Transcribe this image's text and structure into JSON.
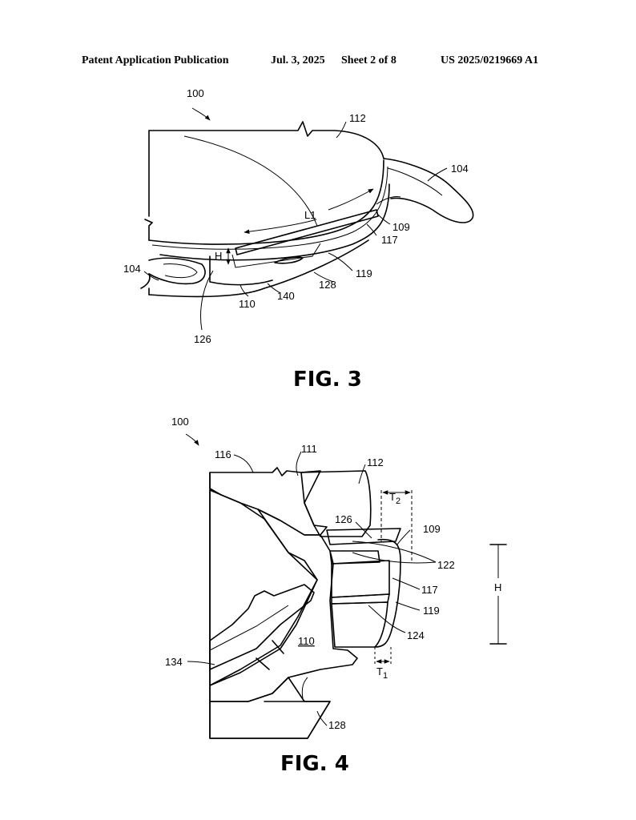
{
  "header": {
    "publication": "Patent Application Publication",
    "date": "Jul. 3, 2025",
    "sheet": "Sheet 2 of 8",
    "number": "US 2025/0219669 A1"
  },
  "fig3": {
    "caption": "FIG. 3",
    "labels": {
      "ref_100": "100",
      "ref_112": "112",
      "ref_104_right": "104",
      "ref_L1": "L1",
      "ref_109": "109",
      "ref_117": "117",
      "ref_H": "H",
      "ref_119": "119",
      "ref_104_left": "104",
      "ref_128": "128",
      "ref_140": "140",
      "ref_110": "110",
      "ref_126": "126"
    }
  },
  "fig4": {
    "caption": "FIG. 4",
    "labels": {
      "ref_100": "100",
      "ref_116": "116",
      "ref_111": "111",
      "ref_112": "112",
      "ref_T2": "T",
      "ref_T2_sub": "2",
      "ref_126": "126",
      "ref_109": "109",
      "ref_122": "122",
      "ref_117": "117",
      "ref_H": "H",
      "ref_119": "119",
      "ref_124": "124",
      "ref_110": "110",
      "ref_134": "134",
      "ref_T1": "T",
      "ref_T1_sub": "1",
      "ref_128": "128"
    }
  }
}
